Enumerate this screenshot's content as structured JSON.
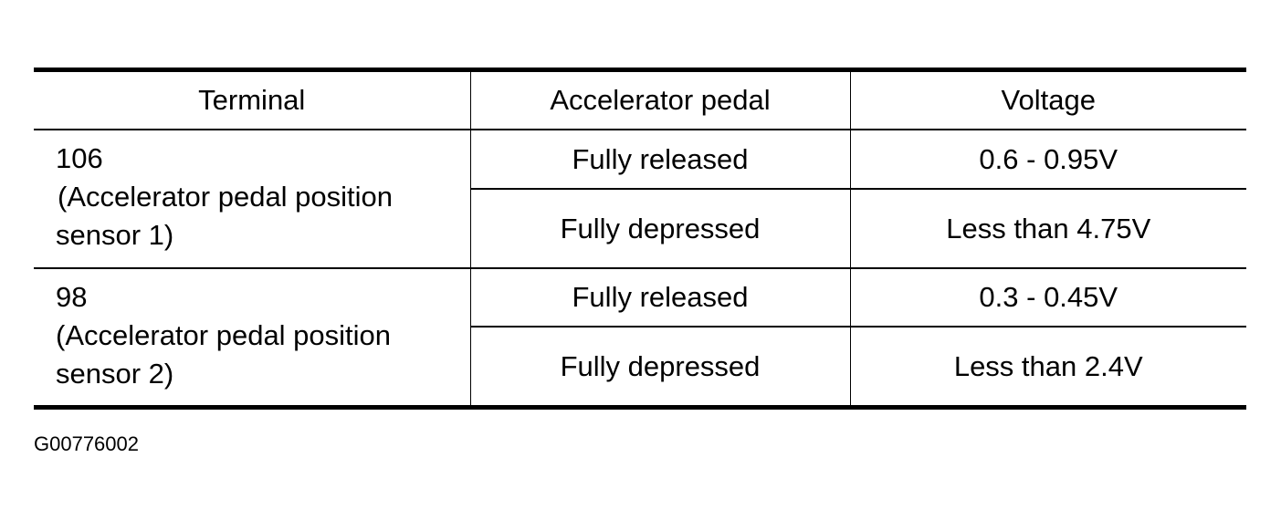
{
  "table": {
    "headers": [
      "Terminal",
      "Accelerator pedal",
      "Voltage"
    ],
    "groups": [
      {
        "terminal_number": "106",
        "terminal_line2": "(Accelerator pedal position",
        "terminal_line3": "sensor 1)",
        "rows": [
          {
            "pedal": "Fully released",
            "voltage": "0.6 - 0.95V"
          },
          {
            "pedal": "Fully depressed",
            "voltage": "Less than 4.75V"
          }
        ]
      },
      {
        "terminal_number": "98",
        "terminal_line2": "(Accelerator pedal position",
        "terminal_line3": "sensor 2)",
        "rows": [
          {
            "pedal": "Fully released",
            "voltage": "0.3 - 0.45V"
          },
          {
            "pedal": "Fully depressed",
            "voltage": "Less than 2.4V"
          }
        ]
      }
    ]
  },
  "figure_id": "G00776002"
}
